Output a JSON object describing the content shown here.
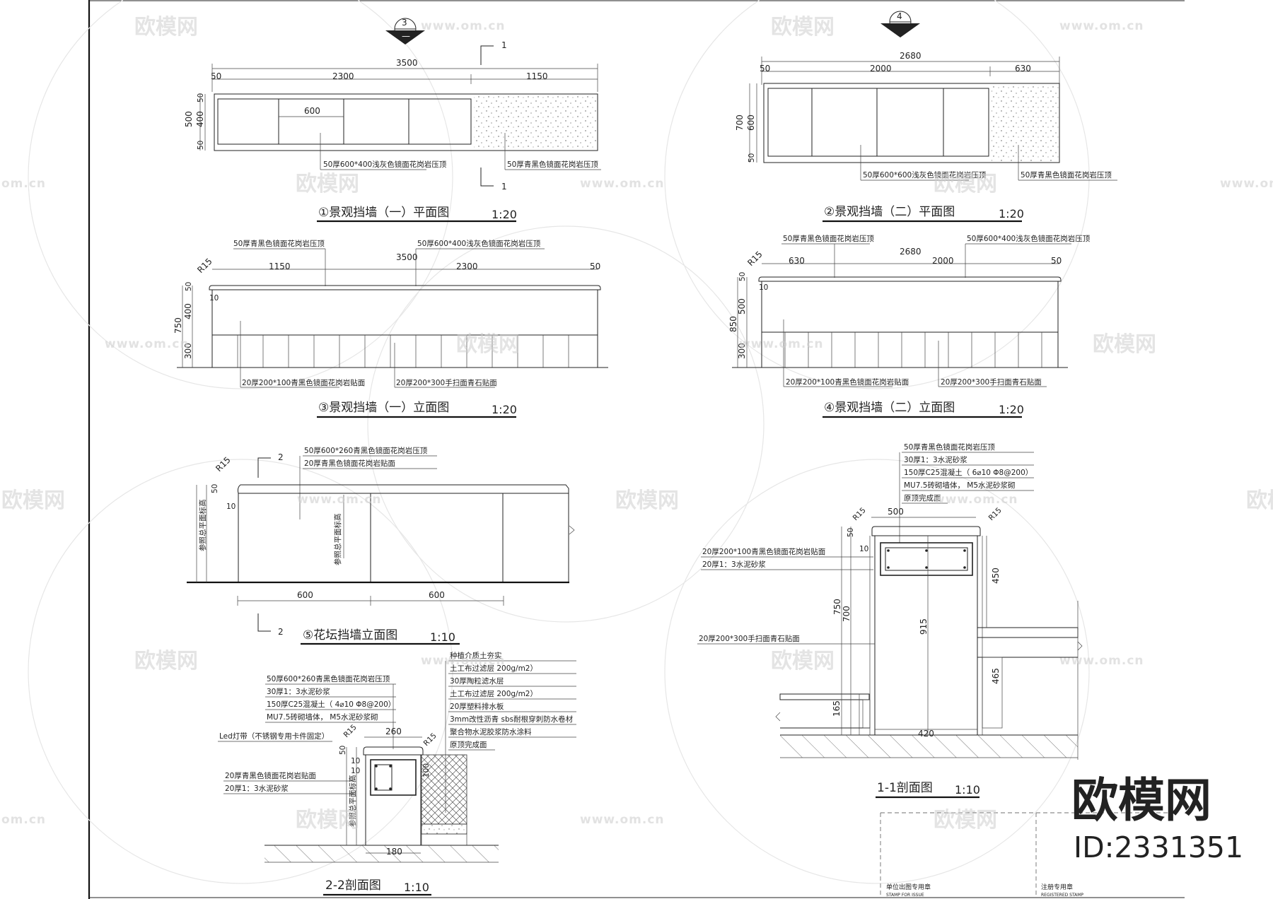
{
  "watermark": {
    "brand": "欧模网",
    "url": "www.om.cn",
    "url_short": "om.cn"
  },
  "corner_mark": {
    "brand": "欧模网",
    "id": "ID:2331351"
  },
  "plan1": {
    "title": "①景观挡墙（一）平面图",
    "scale": "1:20",
    "section_symbol": "3",
    "section_mark": "1",
    "dims": {
      "total": "3500",
      "left_edge": "50",
      "main": "2300",
      "right_part": "1150",
      "module": "600",
      "v_total": "500",
      "v_inner": "400",
      "v_top": "50",
      "v_bot": "50"
    },
    "notes": [
      "50厚600*400浅灰色镜面花岗岩压顶",
      "50厚青黑色镜面花岗岩压顶"
    ]
  },
  "plan2": {
    "title": "②景观挡墙（二）平面图",
    "scale": "1:20",
    "section_symbol": "4",
    "dims": {
      "total": "2680",
      "left_edge": "50",
      "main": "2000",
      "right_part": "630",
      "v_total": "700",
      "v_inner": "600",
      "v_bot": "50"
    },
    "notes": [
      "50厚600*600浅灰色镜面花岗岩压顶",
      "50厚青黑色镜面花岗岩压顶"
    ]
  },
  "elev1": {
    "title": "③景观挡墙（一）立面图",
    "scale": "1:20",
    "dims": {
      "radius": "R15",
      "left": "1150",
      "total": "3500",
      "right": "2300",
      "right_edge": "50",
      "v_total": "750",
      "v_cap": "50",
      "v_gap": "10",
      "v_mid": "400",
      "v_base": "300"
    },
    "notes": [
      "50厚青黑色镜面花岗岩压顶",
      "50厚600*400浅灰色镜面花岗岩压顶",
      "20厚200*100青黑色镜面花岗岩贴面",
      "20厚200*300手扫面青石贴面"
    ]
  },
  "elev2": {
    "title": "④景观挡墙（二）立面图",
    "scale": "1:20",
    "dims": {
      "radius": "R15",
      "left": "630",
      "total": "2680",
      "mid": "2000",
      "right_edge": "50",
      "v_total": "850",
      "v_cap": "50",
      "v_gap": "10",
      "v_mid": "500",
      "v_base": "300"
    },
    "notes": [
      "50厚青黑色镜面花岗岩压顶",
      "50厚600*400浅灰色镜面花岗岩压顶",
      "20厚200*100青黑色镜面花岗岩贴面",
      "20厚200*300手扫面青石贴面"
    ]
  },
  "elev5": {
    "title": "⑤花坛挡墙立面图",
    "scale": "1:10",
    "section_mark": "2",
    "dims": {
      "radius": "R15",
      "cap": "50",
      "gap": "10",
      "span1": "600",
      "span2": "600"
    },
    "notes": [
      "50厚600*260青黑色镜面花岗岩压顶",
      "20厚青黑色镜面花岗岩贴面"
    ],
    "vertical_notes": [
      "参照总平面标高",
      "参照总平面标高"
    ]
  },
  "sect22": {
    "title": "2-2剖面图",
    "scale": "1:10",
    "dims": {
      "width": "260",
      "r_left": "R15",
      "r_right": "R15",
      "cap": "50",
      "gap": "10",
      "g2": "10",
      "base": "180",
      "soil": "100"
    },
    "notes_left": [
      "50厚600*260青黑色镜面花岗岩压顶",
      "30厚1：3水泥砂浆",
      "150厚C25混凝土（  4⌀10  Φ8@200）",
      "MU7.5砖砌墙体，   M5水泥砂浆砌"
    ],
    "led_note": "Led灯带（不锈钢专用卡件固定）",
    "notes_face": [
      "20厚青黑色镜面花岗岩贴面",
      "20厚1：3水泥砂浆"
    ],
    "notes_right": [
      "种植介质土夯实",
      "土工布过滤层        200g/m2）",
      "30厚陶粒滤水层",
      "土工布过滤层        200g/m2）",
      "20厚塑料排水板",
      "3mm改性沥青   sbs耐根穿刺防水卷材",
      "聚合物水泥胶浆防水涂料",
      "原顶完成面"
    ],
    "vertical_note": "参照总平面标高"
  },
  "sect11": {
    "title": "1-1剖面图",
    "scale": "1:10",
    "dims": {
      "width": "500",
      "r_left": "R15",
      "r_right": "R15",
      "cap": "50",
      "gap": "10",
      "h750": "750",
      "h700": "700",
      "h915": "915",
      "h450": "450",
      "h465": "465",
      "h165": "165",
      "base": "420"
    },
    "notes_top": [
      "50厚青黑色镜面花岗岩压顶",
      "30厚1：3水泥砂浆",
      "150厚C25混凝土（   6⌀10  Φ8@200）",
      "MU7.5砖砌墙体，     M5水泥砂浆砌",
      "原顶完成面"
    ],
    "notes_left": [
      "20厚200*100青黑色镜面花岗岩贴面",
      "20厚1：3水泥砂浆"
    ],
    "note_stone": "20厚200*300手扫面青石贴面"
  },
  "stamp": {
    "left": "单位出图专用章",
    "left_sub": "STAMP FOR ISSUE",
    "right": "注册专用章",
    "right_sub": "REGISTERED STAMP"
  }
}
